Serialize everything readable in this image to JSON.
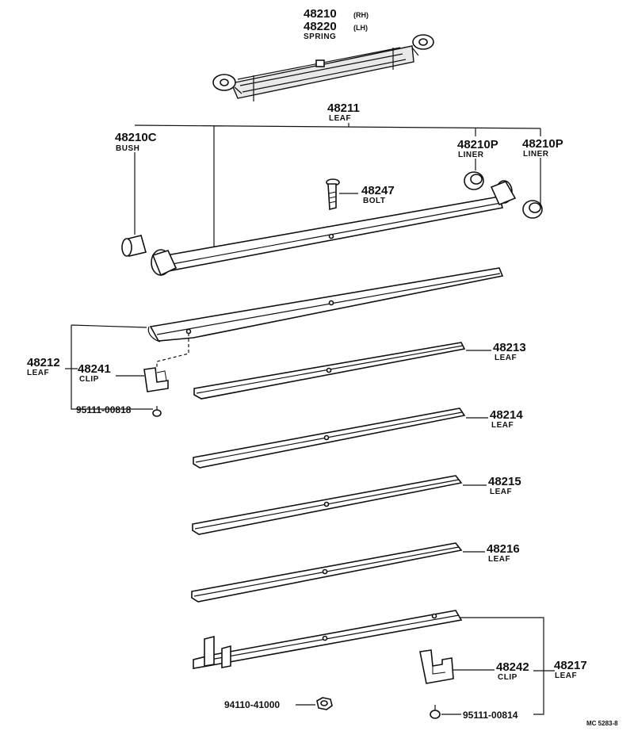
{
  "spring": {
    "number_rh": "48210",
    "rh": "(RH)",
    "number_lh": "48220",
    "lh": "(LH)",
    "name": "SPRING"
  },
  "leaf_main": {
    "number": "48211",
    "name": "LEAF"
  },
  "bush": {
    "number": "48210C",
    "name": "BUSH"
  },
  "liner_a": {
    "number": "48210P",
    "name": "LINER"
  },
  "liner_b": {
    "number": "48210P",
    "name": "LINER"
  },
  "bolt": {
    "number": "48247",
    "name": "BOLT"
  },
  "leaf_2": {
    "number": "48212",
    "name": "LEAF"
  },
  "clip_1": {
    "number": "48241",
    "name": "CLIP"
  },
  "rivet_1": {
    "number": "95111-00818"
  },
  "leaf_3": {
    "number": "48213",
    "name": "LEAF"
  },
  "leaf_4": {
    "number": "48214",
    "name": "LEAF"
  },
  "leaf_5": {
    "number": "48215",
    "name": "LEAF"
  },
  "leaf_6": {
    "number": "48216",
    "name": "LEAF"
  },
  "leaf_7": {
    "number": "48217",
    "name": "LEAF"
  },
  "clip_2": {
    "number": "48242",
    "name": "CLIP"
  },
  "nut": {
    "number": "94110-41000"
  },
  "rivet_2": {
    "number": "95111-00814"
  },
  "footer": {
    "code": "MC 5283-8"
  }
}
